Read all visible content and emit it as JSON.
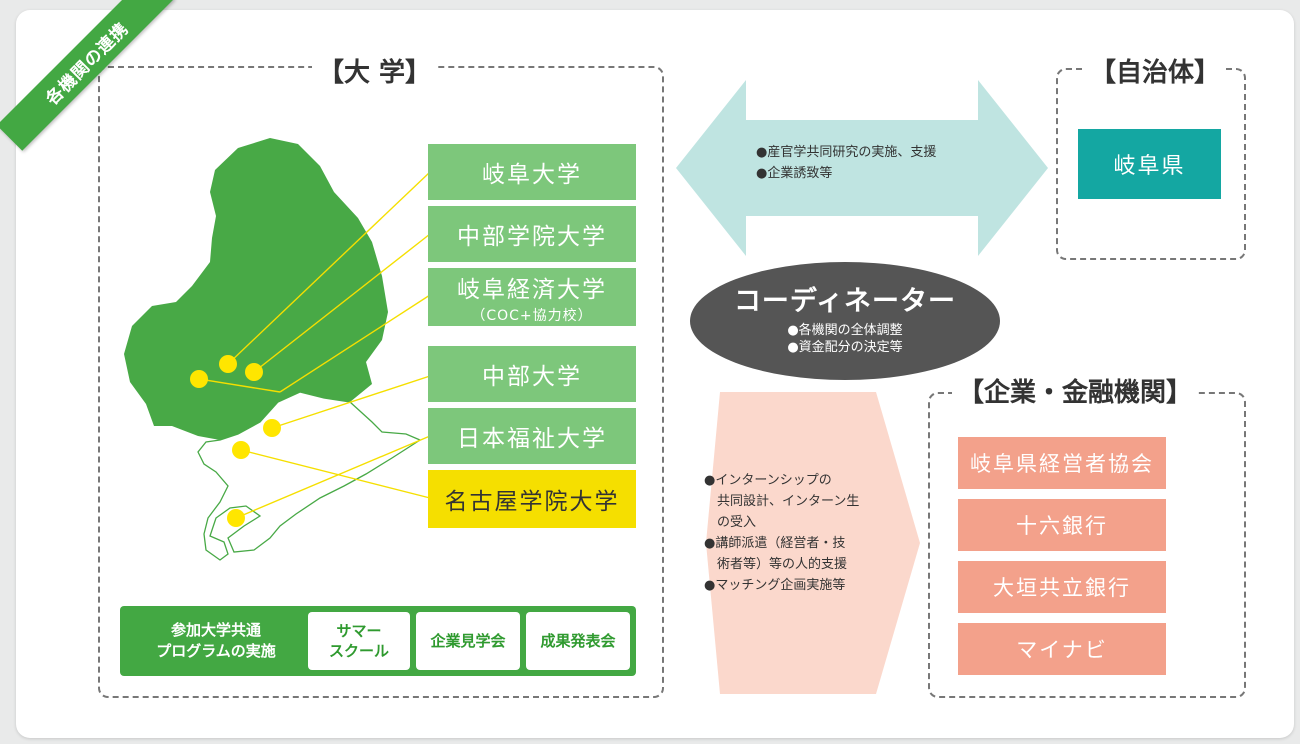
{
  "ribbon": {
    "label": "各機関の連携"
  },
  "university": {
    "title": "【大 学】",
    "items": [
      {
        "name": "岐阜大学",
        "sub": ""
      },
      {
        "name": "中部学院大学",
        "sub": ""
      },
      {
        "name": "岐阜経済大学",
        "sub": "（COC+協力校）"
      },
      {
        "name": "中部大学",
        "sub": ""
      },
      {
        "name": "日本福祉大学",
        "sub": ""
      },
      {
        "name": "名古屋学院大学",
        "sub": ""
      }
    ],
    "program": {
      "label_line1": "参加大学共通",
      "label_line2": "プログラムの実施",
      "buttons": [
        {
          "line1": "サマー",
          "line2": "スクール"
        },
        {
          "line1": "企業見学会",
          "line2": ""
        },
        {
          "line1": "成果発表会",
          "line2": ""
        }
      ]
    }
  },
  "municipality": {
    "title": "【自治体】",
    "item": "岐阜県"
  },
  "companies": {
    "title": "【企業・金融機関】",
    "items": [
      "岐阜県経営者協会",
      "十六銀行",
      "大垣共立銀行",
      "マイナビ"
    ]
  },
  "arrow_top": {
    "lines": [
      "●産官学共同研究の実施、支援",
      "●企業誘致等"
    ]
  },
  "coordinator": {
    "title": "コーディネーター",
    "lines": [
      "●各機関の全体調整",
      "●資金配分の決定等"
    ]
  },
  "arrow_bottom": {
    "lines": [
      "●インターンシップの",
      "共同設計、インターン生",
      "の受入",
      "●講師派遣（経営者・技",
      "術者等）等の人的支援",
      "●マッチング企画実施等"
    ]
  },
  "colors": {
    "green": "#7dc77b",
    "dark_green": "#43a843",
    "yellow": "#f5df00",
    "teal": "#14a7a2",
    "salmon": "#f3a18b",
    "arrow_teal": "#bfe4e1",
    "arrow_pink": "#fbd8cc",
    "coordinator": "#555555"
  }
}
